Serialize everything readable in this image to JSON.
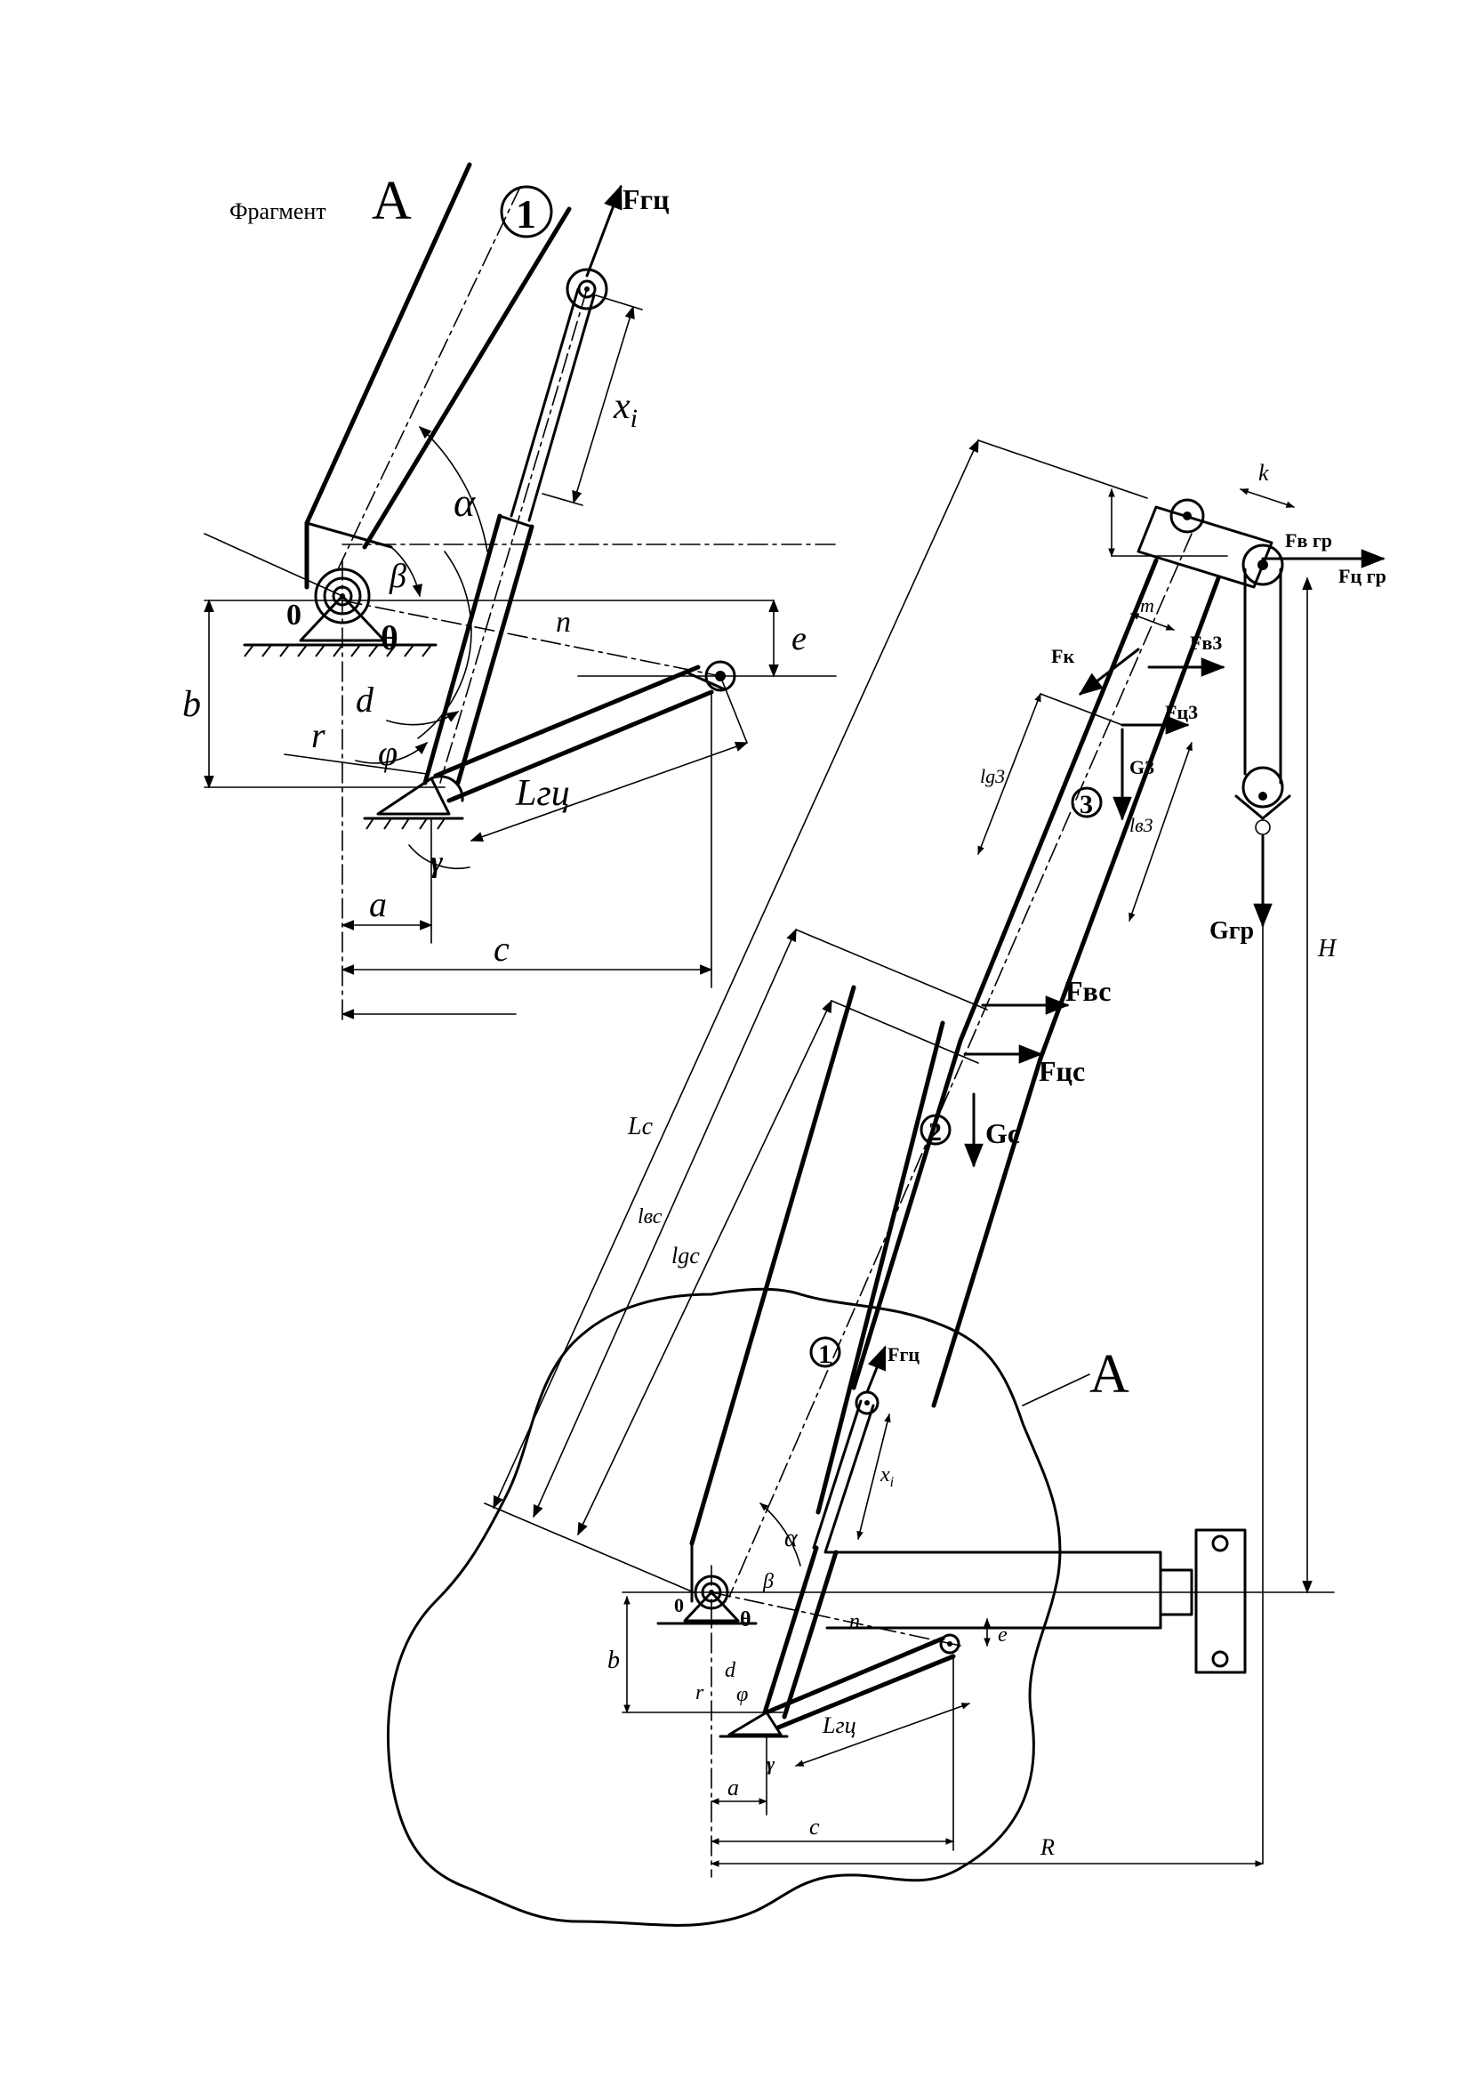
{
  "fragment": {
    "caption_word": "Фрагмент",
    "caption_letter": "А",
    "boom_number": "1",
    "force_cyl": "Fгц",
    "x_i": "x",
    "x_i_sub": "i",
    "alpha": "α",
    "beta": "β",
    "theta": "θ",
    "point_o": "0",
    "n": "n",
    "e": "e",
    "b": "b",
    "d": "d",
    "r": "r",
    "phi": "φ",
    "l_cyl": "Lгц",
    "gamma": "γ",
    "a": "a",
    "c": "c"
  },
  "main": {
    "region_letter": "А",
    "lc": "Lc",
    "l_vc": "lвс",
    "l_gc": "lgc",
    "section_1": "1",
    "section_2": "2",
    "section_3": "3",
    "force_cyl": "Fгц",
    "x_i": "x",
    "x_i_sub": "i",
    "alpha": "α",
    "beta": "β",
    "theta": "θ",
    "point_o": "0",
    "n": "n",
    "e": "e",
    "b": "b",
    "d": "d",
    "r": "r",
    "phi": "φ",
    "l_cyl": "Lгц",
    "gamma": "γ",
    "a": "a",
    "c": "c",
    "R": "R",
    "H": "H",
    "k": "k",
    "m": "m",
    "F_vgr": "Fв гр",
    "F_cgr": "Fц гр",
    "F_k": "Fк",
    "F_v3": "Fв3",
    "F_c3": "Fц3",
    "G3": "G3",
    "l_g3": "lg3",
    "l_v3": "lв3",
    "G_gr": "Gгр",
    "F_vc": "Fвс",
    "F_cc": "Fцс",
    "G_c": "Gc"
  }
}
